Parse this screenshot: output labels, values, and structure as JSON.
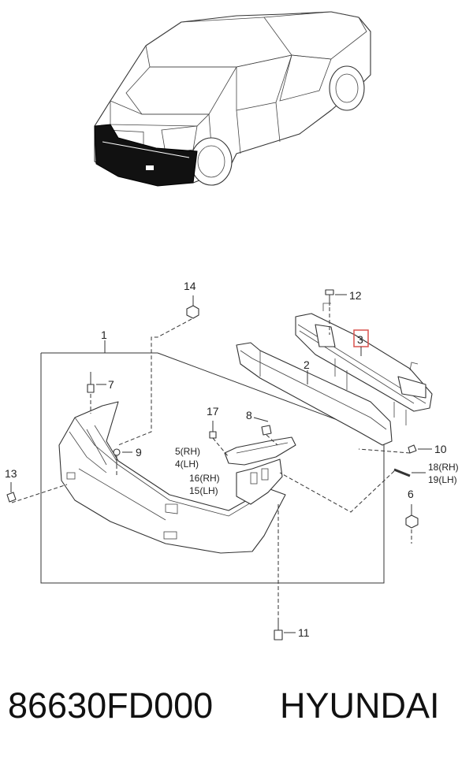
{
  "labels": {
    "p1": "1",
    "p2": "2",
    "p3": "3",
    "p6": "6",
    "p7": "7",
    "p8": "8",
    "p9": "9",
    "p10": "10",
    "p11": "11",
    "p12": "12",
    "p13": "13",
    "p14": "14",
    "p17": "17",
    "p5": "5(RH)",
    "p4": "4(LH)",
    "p16": "16(RH)",
    "p15": "15(LH)",
    "p18": "18(RH)",
    "p19": "19(LH)"
  },
  "footer": {
    "part_number": "86630FD000",
    "brand": "HYUNDAI"
  },
  "colors": {
    "highlight": "#d9534f",
    "ink": "#333333",
    "bumper_fill": "#111111"
  }
}
